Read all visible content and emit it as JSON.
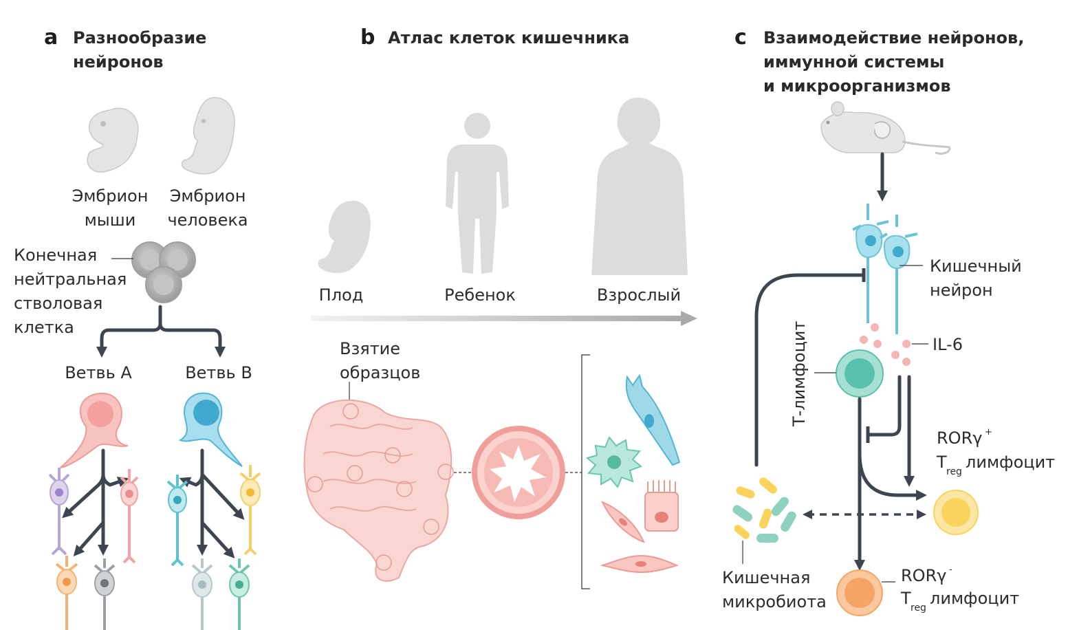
{
  "panel_a": {
    "letter": "a",
    "title_line1": "Разнообразие",
    "title_line2": "нейронов",
    "mouse_embryo_line1": "Эмбрион",
    "mouse_embryo_line2": "мыши",
    "human_embryo_line1": "Эмбрион",
    "human_embryo_line2": "человека",
    "stem_cell_line1": "Конечная",
    "stem_cell_line2": "нейтральная",
    "stem_cell_line3": "стволовая",
    "stem_cell_line4": "клетка",
    "branch_a": "Ветвь А",
    "branch_b": "Ветвь В"
  },
  "panel_b": {
    "letter": "b",
    "title": "Атлас клеток кишечника",
    "stage_fetus": "Плод",
    "stage_child": "Ребенок",
    "stage_adult": "Взрослый",
    "sampling_line1": "Взятие",
    "sampling_line2": "образцов"
  },
  "panel_c": {
    "letter": "c",
    "title_line1": "Взаимодействие нейронов,",
    "title_line2": "иммунной системы",
    "title_line3": "и микроорганизмов",
    "neuron_line1": "Кишечный",
    "neuron_line2": "нейрон",
    "il6": "IL-6",
    "t_cell": "Т-лимфоцит",
    "ror_plus_main": "RORγ",
    "ror_plus_sup": "+",
    "ror_minus_main": "RORγ",
    "ror_minus_sup": "-",
    "treg_t": "T",
    "treg_sub": "reg",
    "treg_suffix": "лимфоцит",
    "microbiota_line1": "Кишечная",
    "microbiota_line2": "микробиота"
  },
  "colors": {
    "branch_a_cell": "#f3a09e",
    "branch_b_cell": "#4fb6d6",
    "neuron": "#8fd4e6",
    "t_cell": "#57c1ad",
    "treg_plus": "#f9d35b",
    "treg_minus": "#f4a565",
    "il6_dot": "#f6b5b5",
    "arrow": "#3d4650",
    "silhouette": "#dcdcdc",
    "intestine": "#f9d6d2"
  },
  "icons": [
    "mouse-embryo-icon",
    "human-embryo-icon",
    "fetus-icon",
    "child-silhouette-icon",
    "adult-silhouette-icon",
    "intestine-icon",
    "mouse-icon"
  ]
}
